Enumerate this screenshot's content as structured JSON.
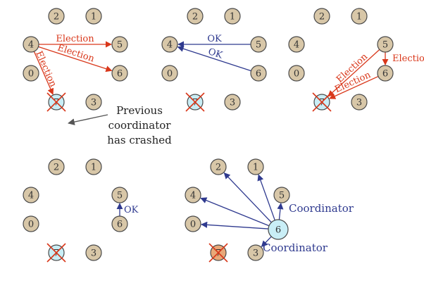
{
  "colors": {
    "node_fill": "#d8c7a8",
    "crashed_fill": "#c9eef6",
    "crashed_fill_final": "#e9a878",
    "coordinator_fill": "#c9eef6",
    "election_red": "#d9371a",
    "ok_blue": "#2f3a8f",
    "grey_arrow": "#555555"
  },
  "labels": {
    "election": "Election",
    "ok": "OK",
    "coordinator": "Coordinator",
    "caption_line1": "Previous",
    "caption_line2": "coordinator",
    "caption_line3": "has crashed"
  },
  "nodes": [
    "0",
    "1",
    "2",
    "3",
    "4",
    "5",
    "6",
    "7"
  ],
  "crashed_node": "7",
  "stages": [
    {
      "edges": [
        {
          "from": "4",
          "to": "5",
          "label": "Election"
        },
        {
          "from": "4",
          "to": "6",
          "label": "Election"
        },
        {
          "from": "4",
          "to": "7",
          "label": "Election"
        }
      ]
    },
    {
      "edges": [
        {
          "from": "5",
          "to": "4",
          "label": "OK"
        },
        {
          "from": "6",
          "to": "4",
          "label": "OK"
        }
      ]
    },
    {
      "edges": [
        {
          "from": "5",
          "to": "6",
          "label": "Election"
        },
        {
          "from": "5",
          "to": "7",
          "label": "Election"
        },
        {
          "from": "6",
          "to": "7",
          "label": "Election"
        }
      ]
    },
    {
      "edges": [
        {
          "from": "6",
          "to": "5",
          "label": "OK"
        }
      ]
    },
    {
      "edges": [
        {
          "from": "6",
          "to": "0",
          "label": ""
        },
        {
          "from": "6",
          "to": "2",
          "label": ""
        },
        {
          "from": "6",
          "to": "1",
          "label": ""
        },
        {
          "from": "6",
          "to": "4",
          "label": ""
        },
        {
          "from": "6",
          "to": "5",
          "label": "Coordinator"
        },
        {
          "from": "6",
          "to": "3",
          "label": "Coordinator"
        }
      ]
    }
  ]
}
